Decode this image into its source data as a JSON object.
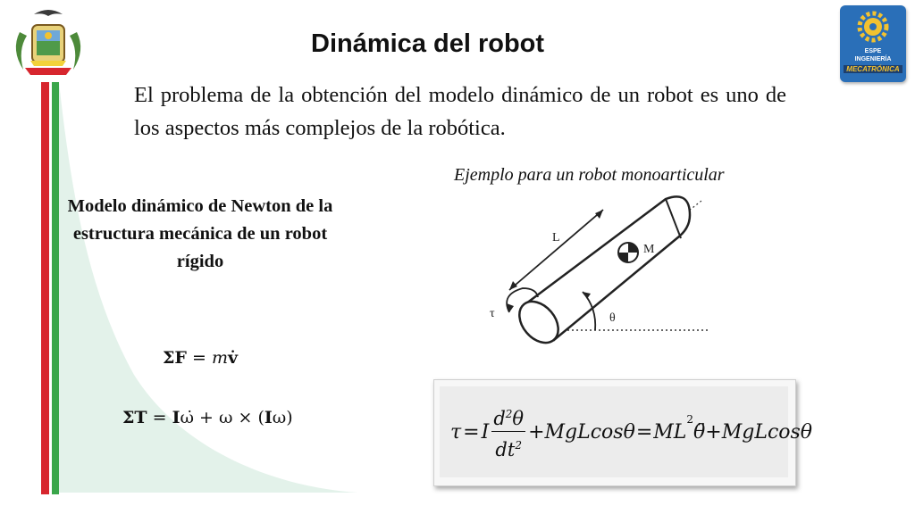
{
  "title": "Dinámica del robot",
  "intro": "El problema de la obtención del modelo dinámico de un robot es uno de los aspectos más complejos de la robótica.",
  "example_caption": "Ejemplo para un robot monoarticular",
  "newton_heading": "Modelo dinámico de Newton de la estructura mecánica de un robot rígido",
  "force_eq": {
    "lhs": "ΣF",
    "eq": " = ",
    "m": "m",
    "v": "v̇"
  },
  "torque_eq": {
    "lhs": "ΣT",
    "eq": " = ",
    "I": "I",
    "wdot": "ω̇",
    "plus": " + ω × (",
    "I2": "I",
    "w": "ω",
    "close": ")"
  },
  "figure": {
    "label_L": "L",
    "label_M": "M",
    "label_tau": "τ",
    "label_theta": "θ"
  },
  "formula": {
    "tau": "τ",
    "eq1": "=",
    "I": "I",
    "num": "d",
    "num_sup": "2",
    "num_theta": "θ",
    "den": "dt",
    "den_sup": "2",
    "plus1": "+",
    "term1": "MgLcosθ",
    "eq2": "=",
    "ML": "ML",
    "ML_sup": "2",
    "thetaddot": "θ̈",
    "plus2": "+",
    "term2": "MgLcosθ"
  },
  "logo_right": {
    "line1": "ESPE",
    "line2": "INGENIERÍA",
    "line3": "MECATRÓNICA"
  },
  "colors": {
    "red": "#d7262e",
    "green": "#3aa64a",
    "mint": "#e3f2ea",
    "logo_blue": "#2a6fb8"
  }
}
